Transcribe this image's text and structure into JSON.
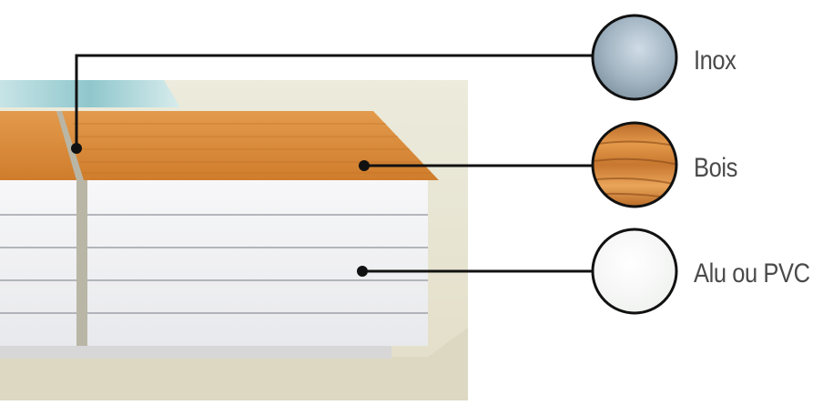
{
  "legend": {
    "items": [
      {
        "label": "Inox",
        "swatch": "stainless-steel"
      },
      {
        "label": "Bois",
        "swatch": "wood"
      },
      {
        "label": "Alu ou PVC",
        "swatch": "white"
      }
    ]
  },
  "colors": {
    "background_wall": "#e9e6d6",
    "wood": "#d88a3a",
    "panel_white": "#f3f4f6",
    "callout_line": "#111111",
    "pool_water": "#a6d4d8",
    "swatch_steel": "#9fb2c0",
    "label_text": "#4a4a4a"
  }
}
